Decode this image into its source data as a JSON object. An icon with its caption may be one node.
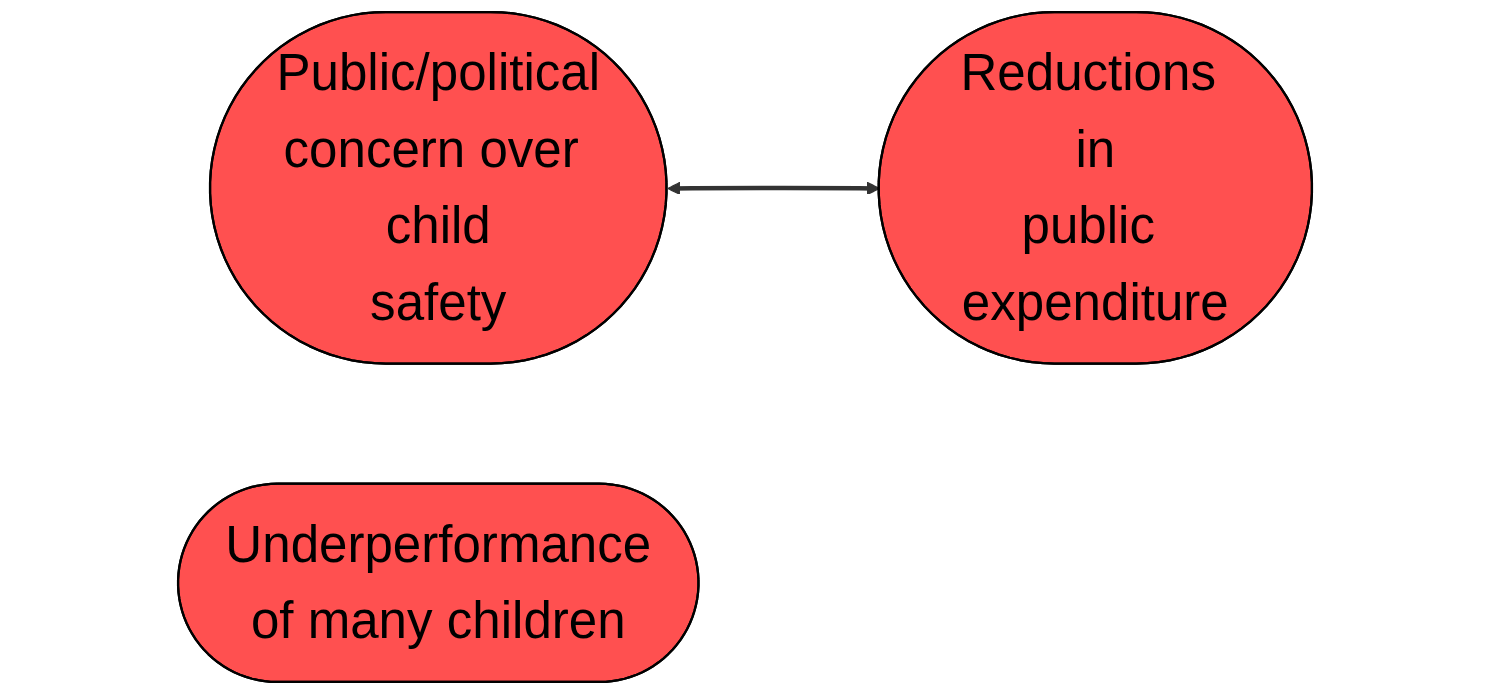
{
  "diagram": {
    "nodes": [
      {
        "text": [
          "Public/political concern over child safety"
        ]
      },
      {
        "text": [
          "Reductions in public expenditure"
        ]
      },
      {
        "text": [
          "Underperformance of many children"
        ]
      }
    ],
    "edges": [
      {
        "from": 0,
        "to": 1,
        "arrow": "both"
      }
    ]
  }
}
